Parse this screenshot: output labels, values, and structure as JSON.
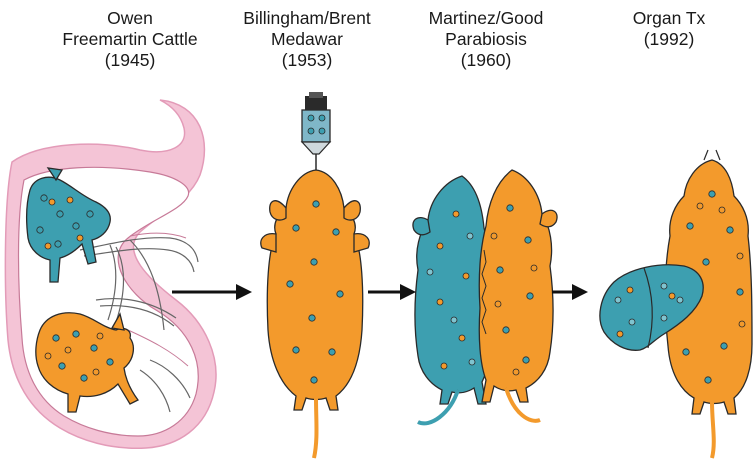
{
  "panels": [
    {
      "line1": "Owen",
      "line2": "Freemartin Cattle",
      "line3": "(1945)"
    },
    {
      "line1": "Billingham/Brent",
      "line2": "Medawar",
      "line3": "(1953)"
    },
    {
      "line1": "Martinez/Good",
      "line2": "Parabiosis",
      "line3": "(1960)"
    },
    {
      "line1": "Organ Tx",
      "line2": "(1992)",
      "line3": ""
    }
  ],
  "colors": {
    "orange": "#f39a2c",
    "blue": "#3d9fb0",
    "pink": "#f4c4d6",
    "pink_edge": "#e39bb8",
    "outline": "#2a2a2a",
    "arrow": "#111111"
  }
}
